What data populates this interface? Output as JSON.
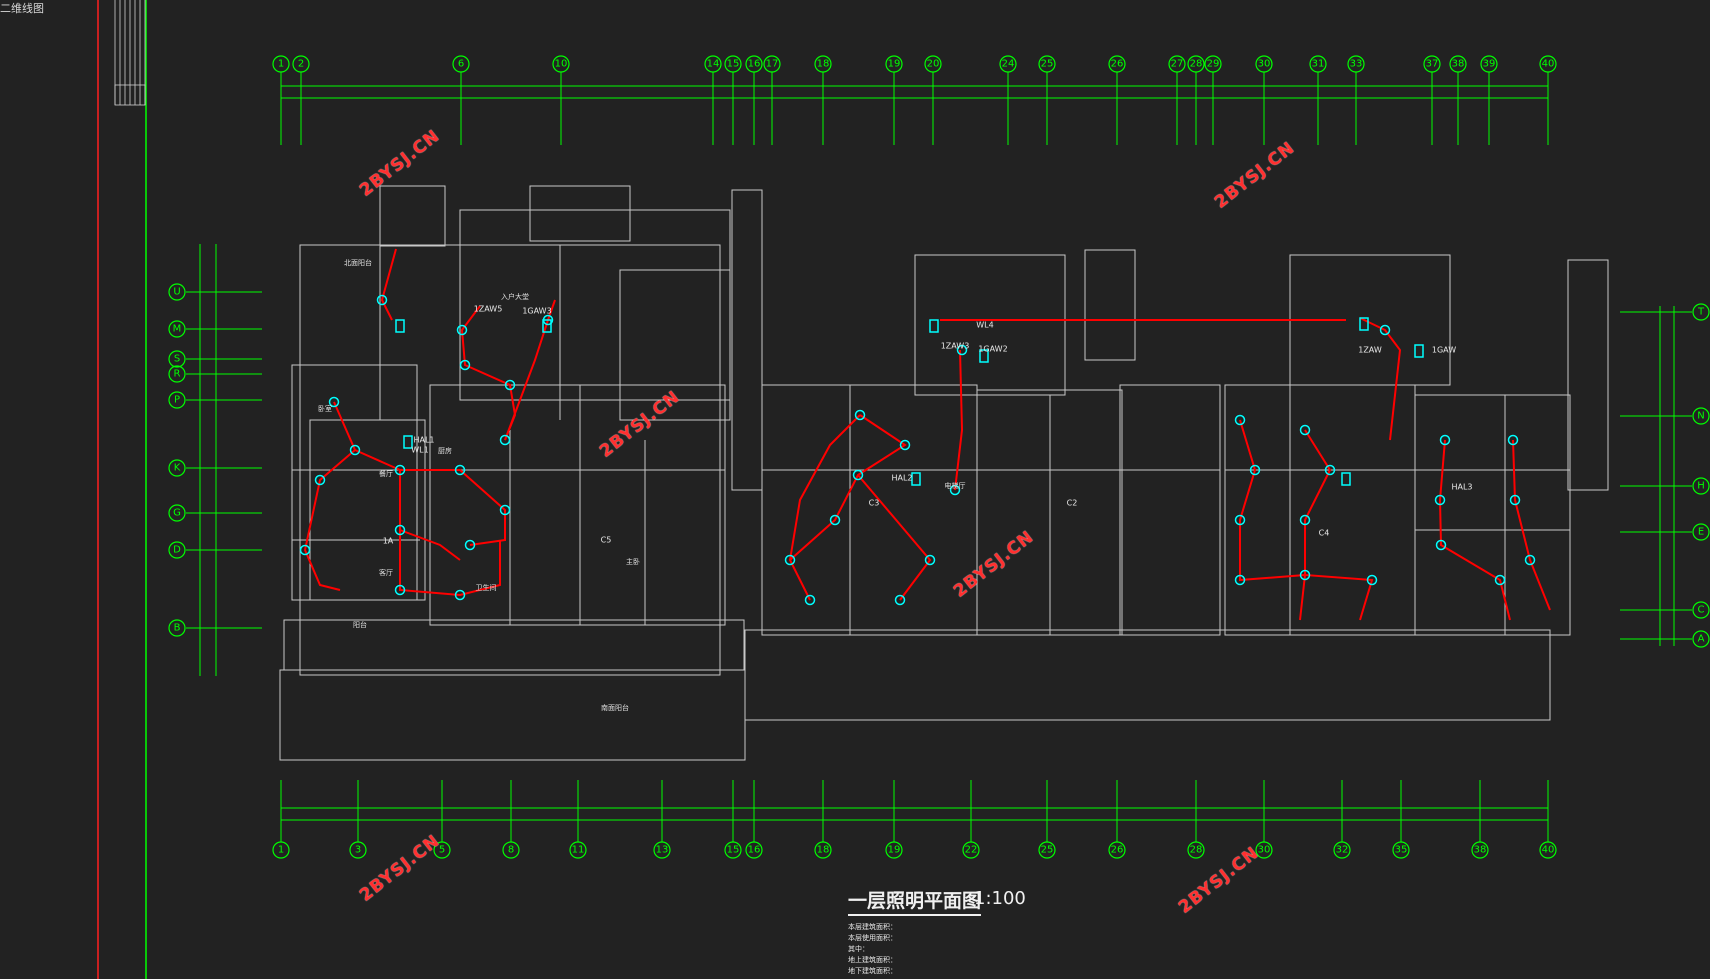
{
  "tab_label": "二维线图",
  "title": {
    "main": "一层照明平面图",
    "scale": "1:100"
  },
  "watermark": "2BYSJ.CN",
  "area_notes": [
    "本层建筑面积：",
    "本层使用面积：",
    "其中：",
    "地上建筑面积：",
    "地下建筑面积："
  ],
  "axes": {
    "top": [
      "1",
      "2",
      "6",
      "10",
      "14",
      "15",
      "16",
      "17",
      "18",
      "19",
      "20",
      "24",
      "25",
      "26",
      "27",
      "28",
      "29",
      "30",
      "31",
      "33",
      "37",
      "38",
      "39",
      "40"
    ],
    "bottom": [
      "1",
      "3",
      "5",
      "8",
      "11",
      "13",
      "15",
      "16",
      "18",
      "19",
      "22",
      "25",
      "26",
      "28",
      "30",
      "32",
      "35",
      "38",
      "40"
    ],
    "left": [
      "U",
      "M",
      "S",
      "R",
      "P",
      "K",
      "G",
      "D",
      "B"
    ],
    "right": [
      "T",
      "N",
      "H",
      "E",
      "C",
      "A"
    ]
  },
  "circuits": [
    "1ZAW5",
    "1GAW3",
    "1ZAW3",
    "1GAW2",
    "1ZAW",
    "1GAW",
    "WL1",
    "WL4",
    "HAL1",
    "HAL2",
    "HAL3",
    "1A",
    "C3",
    "C2",
    "C4",
    "C5"
  ],
  "room_labels": [
    "入户大堂",
    "北面阳台",
    "卧室",
    "餐厅",
    "客厅",
    "厨房",
    "卫生间",
    "阳台",
    "主卧",
    "电梯厅",
    "南面阳台"
  ],
  "colors": {
    "background": "#222222",
    "axis": "#00ff00",
    "wall": "#c8c8c8",
    "wiring": "#ff0000",
    "fixture": "#00ffff",
    "watermark": "#ff3030"
  }
}
